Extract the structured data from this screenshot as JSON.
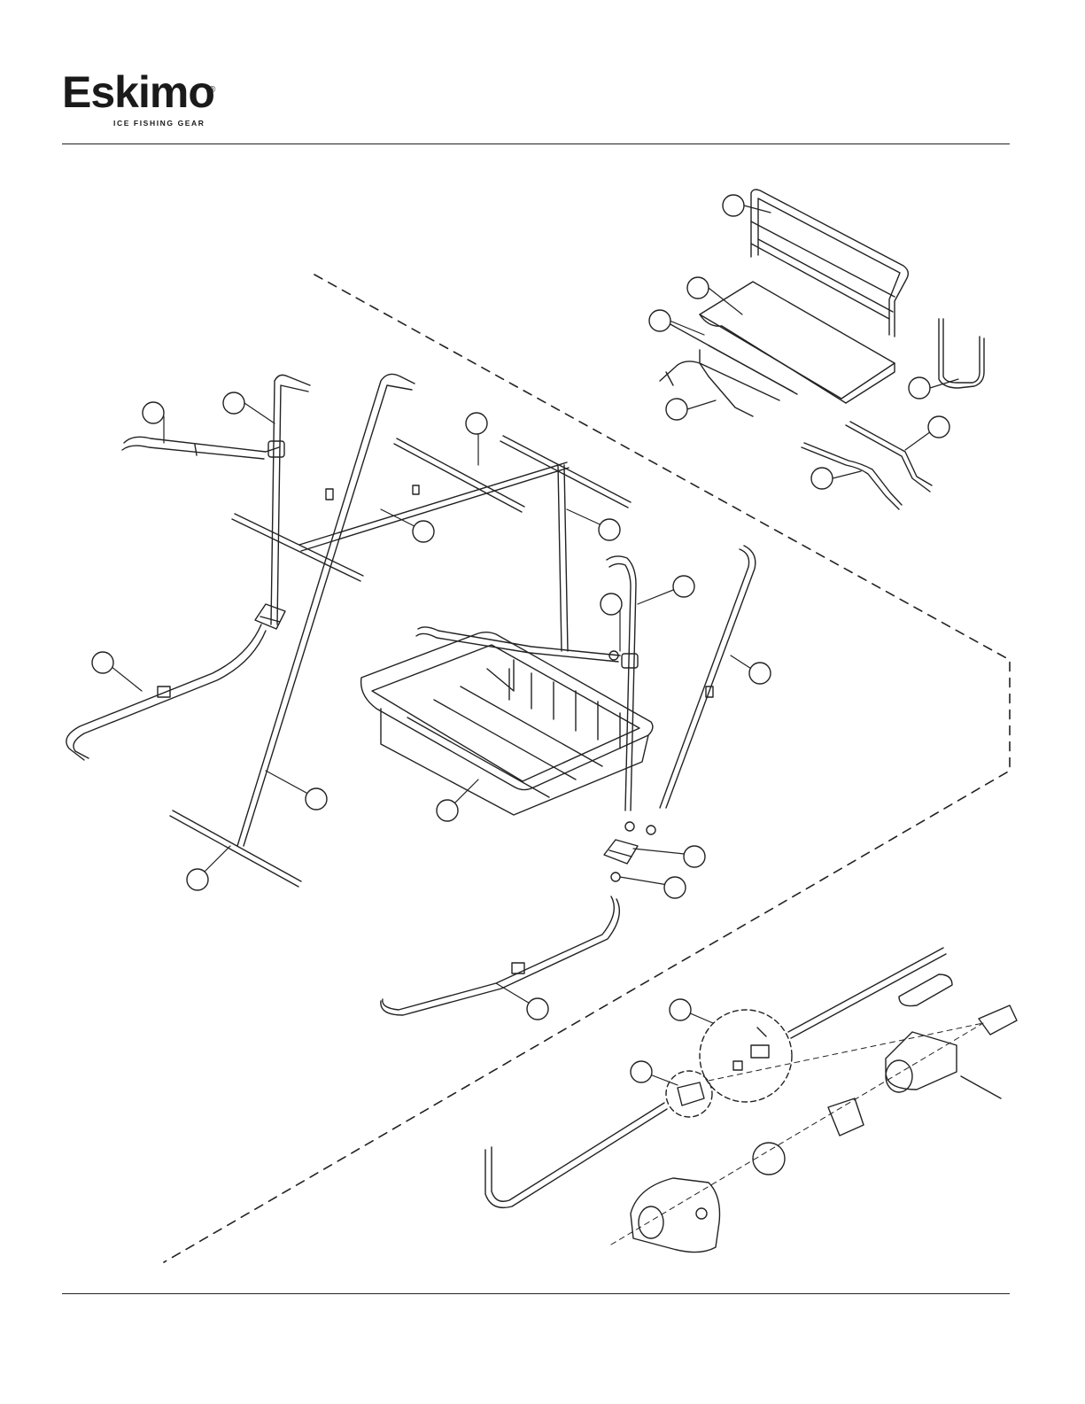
{
  "brand": {
    "name": "Eskimo",
    "registered_mark": "®",
    "tagline": "ICE FISHING GEAR"
  },
  "diagram": {
    "description_type": "exploded parts diagram",
    "callout_count": 24,
    "callout_labels_visible": false,
    "colors": {
      "line": "#222222",
      "background": "#ffffff"
    }
  }
}
